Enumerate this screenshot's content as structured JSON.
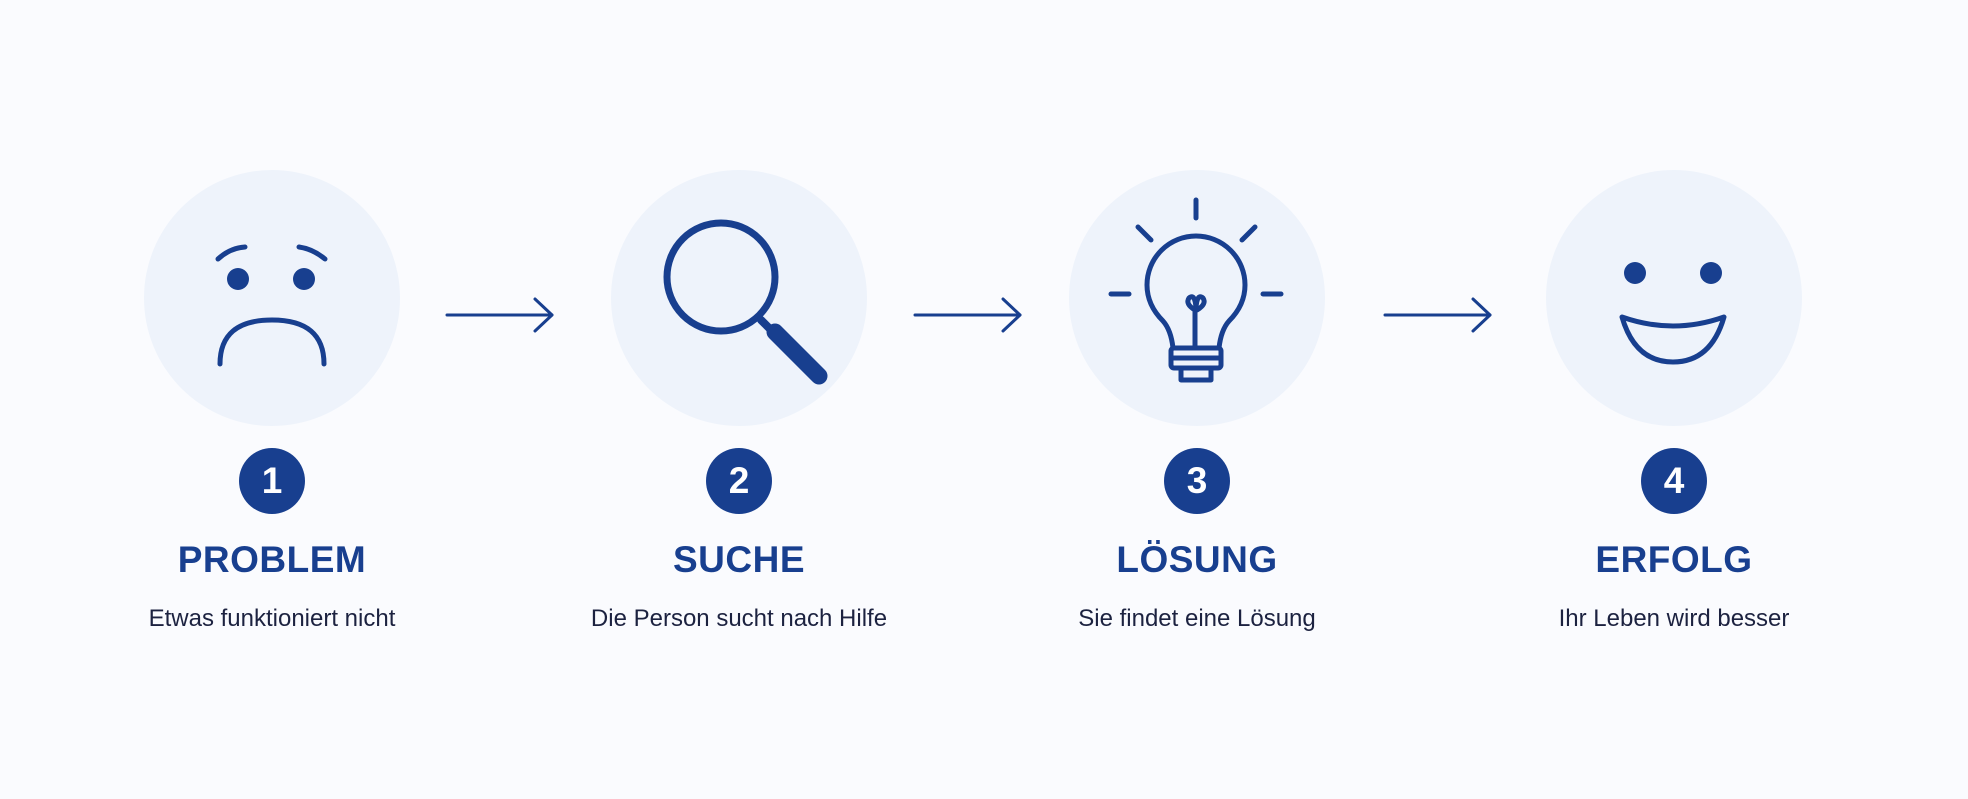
{
  "colors": {
    "primary": "#183f8f",
    "circle_bg": "#eef3fb",
    "page_bg": "#fafbfe",
    "description_text": "#1c2240"
  },
  "steps": [
    {
      "number": "1",
      "title": "PROBLEM",
      "description": "Etwas funktioniert nicht",
      "icon": "sad-face-icon"
    },
    {
      "number": "2",
      "title": "SUCHE",
      "description": "Die Person sucht nach Hilfe",
      "icon": "magnifying-glass-icon"
    },
    {
      "number": "3",
      "title": "LÖSUNG",
      "description": "Sie findet eine Lösung",
      "icon": "lightbulb-icon"
    },
    {
      "number": "4",
      "title": "ERFOLG",
      "description": "Ihr Leben wird besser",
      "icon": "happy-face-icon"
    }
  ],
  "connectors": [
    {
      "icon": "arrow-right-icon"
    },
    {
      "icon": "arrow-right-icon"
    },
    {
      "icon": "arrow-right-icon"
    }
  ]
}
